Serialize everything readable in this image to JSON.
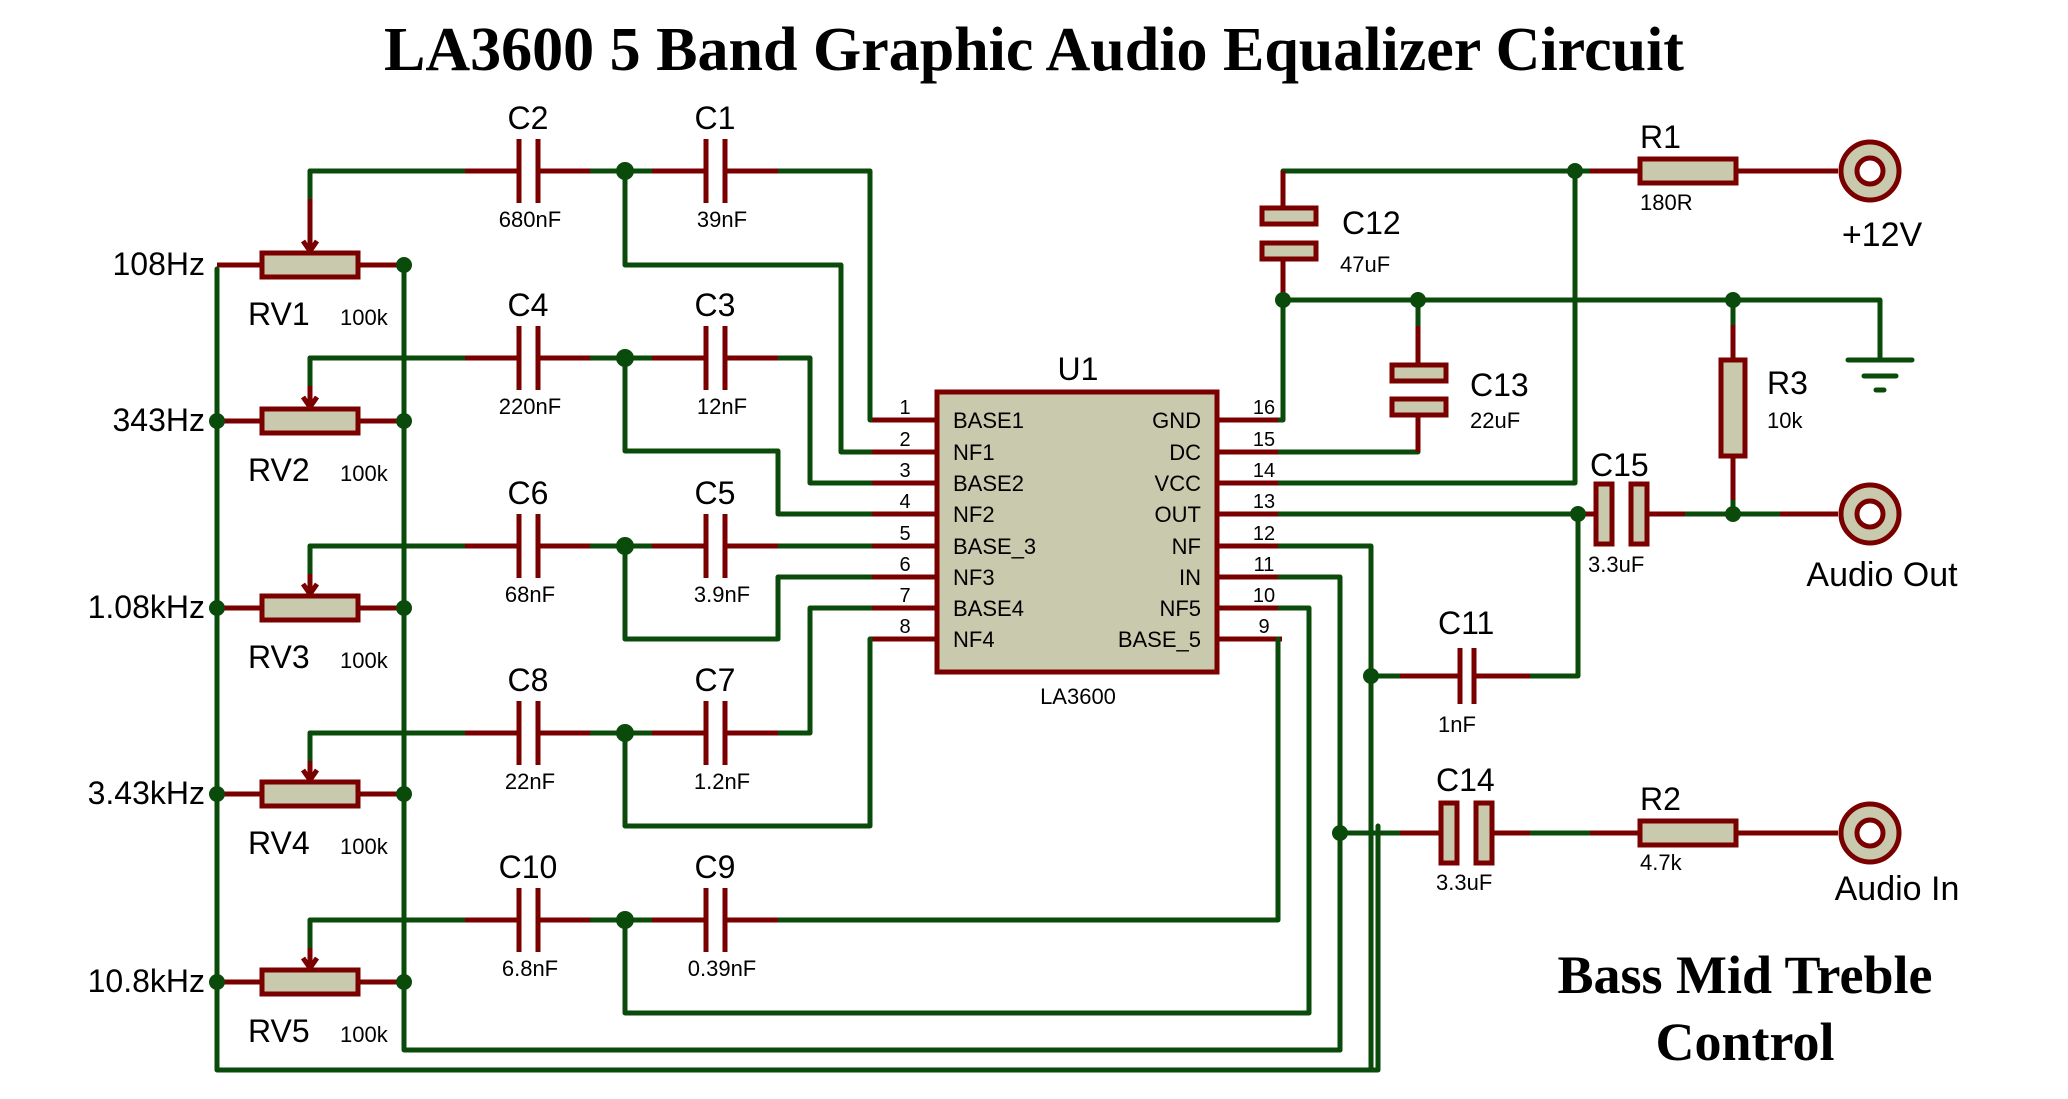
{
  "title": "LA3600 5 Band Graphic Audio Equalizer Circuit",
  "subtitle_line1": "Bass Mid Treble",
  "subtitle_line2": "Control",
  "colors": {
    "wire": "#0a4a0a",
    "pin": "#7a0000",
    "component_fill": "#c9c9ae",
    "background": "#ffffff"
  },
  "bands": [
    {
      "freq": "108Hz",
      "pot": "RV1",
      "pot_value": "100k",
      "cap_left": "C2",
      "cap_left_value": "680nF",
      "cap_right": "C1",
      "cap_right_value": "39nF"
    },
    {
      "freq": "343Hz",
      "pot": "RV2",
      "pot_value": "100k",
      "cap_left": "C4",
      "cap_left_value": "220nF",
      "cap_right": "C3",
      "cap_right_value": "12nF"
    },
    {
      "freq": "1.08kHz",
      "pot": "RV3",
      "pot_value": "100k",
      "cap_left": "C6",
      "cap_left_value": "68nF",
      "cap_right": "C5",
      "cap_right_value": "3.9nF"
    },
    {
      "freq": "3.43kHz",
      "pot": "RV4",
      "pot_value": "100k",
      "cap_left": "C8",
      "cap_left_value": "22nF",
      "cap_right": "C7",
      "cap_right_value": "1.2nF"
    },
    {
      "freq": "10.8kHz",
      "pot": "RV5",
      "pot_value": "100k",
      "cap_left": "C10",
      "cap_left_value": "6.8nF",
      "cap_right": "C9",
      "cap_right_value": "0.39nF"
    }
  ],
  "ic": {
    "ref": "U1",
    "part": "LA3600",
    "left_pins": [
      {
        "num": "1",
        "name": "BASE1"
      },
      {
        "num": "2",
        "name": "NF1"
      },
      {
        "num": "3",
        "name": "BASE2"
      },
      {
        "num": "4",
        "name": "NF2"
      },
      {
        "num": "5",
        "name": "BASE_3"
      },
      {
        "num": "6",
        "name": "NF3"
      },
      {
        "num": "7",
        "name": "BASE4"
      },
      {
        "num": "8",
        "name": "NF4"
      }
    ],
    "right_pins": [
      {
        "num": "16",
        "name": "GND"
      },
      {
        "num": "15",
        "name": "DC"
      },
      {
        "num": "14",
        "name": "VCC"
      },
      {
        "num": "13",
        "name": "OUT"
      },
      {
        "num": "12",
        "name": "NF"
      },
      {
        "num": "11",
        "name": "IN"
      },
      {
        "num": "10",
        "name": "NF5"
      },
      {
        "num": "9",
        "name": "BASE_5"
      }
    ]
  },
  "components": {
    "c12": {
      "ref": "C12",
      "value": "47uF"
    },
    "c13": {
      "ref": "C13",
      "value": "22uF"
    },
    "c11": {
      "ref": "C11",
      "value": "1nF"
    },
    "c14": {
      "ref": "C14",
      "value": "3.3uF"
    },
    "c15": {
      "ref": "C15",
      "value": "3.3uF"
    },
    "r1": {
      "ref": "R1",
      "value": "180R"
    },
    "r2": {
      "ref": "R2",
      "value": "4.7k"
    },
    "r3": {
      "ref": "R3",
      "value": "10k"
    }
  },
  "terminals": {
    "power": "+12V",
    "audio_out": "Audio Out",
    "audio_in": "Audio In"
  }
}
